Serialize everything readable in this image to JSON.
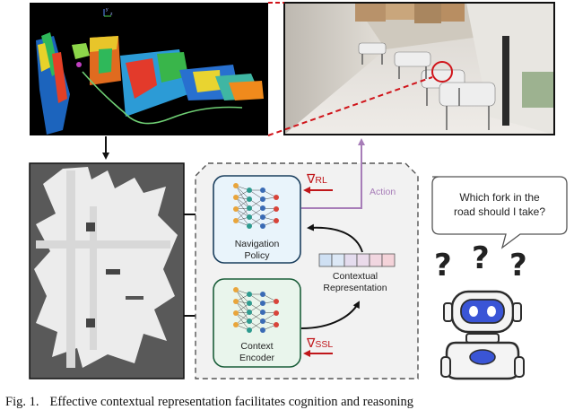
{
  "panels": {
    "pointcloud": {
      "axis_y": "y",
      "axis_z": "z"
    },
    "map": {},
    "photo": {}
  },
  "network": {
    "navigation_policy_label": "Navigation\nPolicy",
    "context_encoder_label": "Context\nEncoder",
    "contextual_representation_label": "Contextual\nRepresentation",
    "grad_rl_symbol": "∇",
    "grad_rl_sub": "RL",
    "grad_ssl_symbol": "∇",
    "grad_ssl_sub": "SSL",
    "action_label": "Action",
    "vector_cells": 6
  },
  "robot": {
    "speech": "Which fork in the\nroad should I take?",
    "question_marks": [
      "?",
      "?",
      "?"
    ]
  },
  "colors": {
    "red": "#c0161a",
    "purple": "#a77db8",
    "policy_fill": "#e9f4fb",
    "policy_border": "#1b3f5e",
    "encoder_fill": "#e9f5ec",
    "encoder_border": "#1b5e3a",
    "vector_blue": "#cfe0f3",
    "vector_pink": "#f4d3d9",
    "robot_blue": "#3a55d6"
  },
  "caption": {
    "prefix": "Fig. 1.",
    "text": "Effective contextual representation facilitates cognition and reasoning"
  }
}
